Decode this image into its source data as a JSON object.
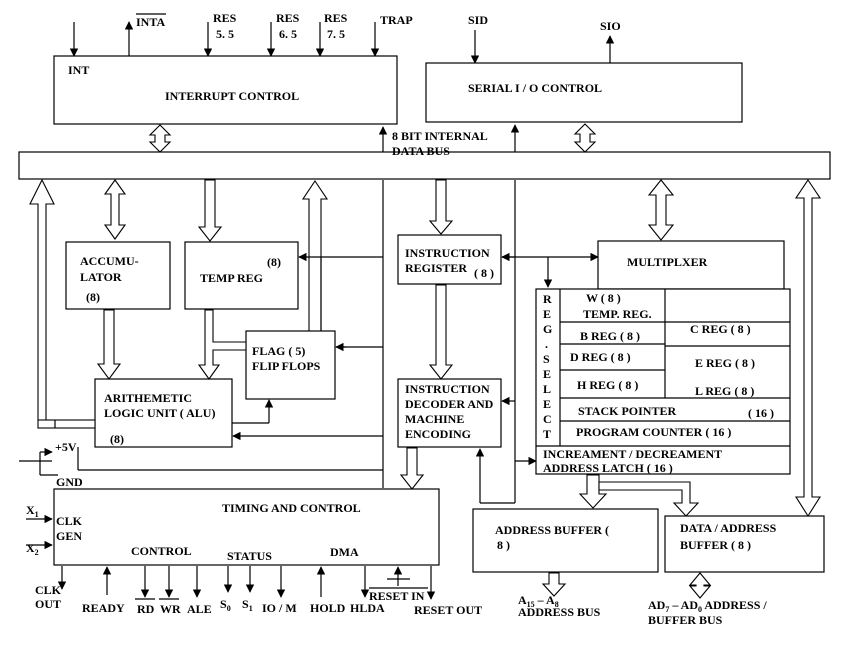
{
  "signals_top": {
    "int": "INT",
    "inta": "INTA",
    "res55": [
      "RES",
      "5. 5"
    ],
    "res65": [
      "RES",
      "6. 5"
    ],
    "res75": [
      "RES",
      "7. 5"
    ],
    "trap": "TRAP",
    "sid": "SID",
    "sio": "SIO"
  },
  "blocks": {
    "interrupt_control": "INTERRUPT CONTROL",
    "serial_io_control": "SERIAL I / O CONTROL",
    "internal_bus": [
      "8 BIT INTERNAL",
      "DATA BUS"
    ],
    "accumulator": [
      "ACCUMU-",
      "LATOR",
      "(8)"
    ],
    "temp_reg": [
      "TEMP REG",
      "(8)"
    ],
    "flag": [
      "FLAG ( 5)",
      "FLIP FLOPS"
    ],
    "alu": [
      "ARITHEMETIC",
      "LOGIC UNIT ( ALU)",
      "(8)"
    ],
    "instruction_register": [
      "INSTRUCTION",
      "REGISTER",
      "( 8 )"
    ],
    "instruction_decoder": [
      "INSTRUCTION",
      "DECODER AND",
      "MACHINE",
      "ENCODING"
    ],
    "multiplexer": "MULTIPLXER",
    "reg_select": [
      "R",
      "E",
      "G",
      ".",
      "S",
      "E",
      "L",
      "E",
      "C",
      "T"
    ],
    "registers": {
      "w": "W ( 8 )",
      "temp": "TEMP. REG.",
      "z": "C REG ( 8 )",
      "b": "B REG ( 8 )",
      "d": "D REG ( 8 )",
      "e": "E REG ( 8 )",
      "h": "H REG ( 8 )",
      "l": "L REG ( 8 )",
      "sp": "STACK POINTER",
      "sp_size": "( 16 )",
      "pc": "PROGRAM COUNTER ( 16 )"
    },
    "inc_dec": [
      "INCREAMENT / DECREAMENT",
      "ADDRESS LATCH ( 16 )"
    ],
    "address_buffer": [
      "ADDRESS BUFFER (",
      "8 )"
    ],
    "data_address_buffer": [
      "DATA / ADDRESS",
      "BUFFER ( 8 )"
    ],
    "timing_control": "TIMING AND CONTROL",
    "clk_gen": [
      "CLK",
      "GEN"
    ],
    "control": "CONTROL",
    "status": "STATUS",
    "dma": "DMA"
  },
  "power": {
    "vcc": "+5V",
    "gnd": "GND"
  },
  "signals_bottom": {
    "x1": "X",
    "x1_sub": "1",
    "x2": "X",
    "x2_sub": "2",
    "clk_out": [
      "CLK",
      "OUT"
    ],
    "ready": "READY",
    "rd": "RD",
    "wr": "WR",
    "ale": "ALE",
    "s0": "S",
    "s0_sub": "0",
    "s1": "S",
    "s1_sub": "1",
    "io_m": "IO / M",
    "hold": "HOLD",
    "hlda": "HLDA",
    "reset_in": "RESET IN",
    "reset_out": "RESET OUT",
    "address_bus": [
      "A",
      "15",
      " – A",
      "8",
      "ADDRESS BUS"
    ],
    "ad_bus": [
      "AD",
      "7",
      " – AD",
      "0",
      " ADDRESS /",
      "BUFFER BUS"
    ]
  }
}
